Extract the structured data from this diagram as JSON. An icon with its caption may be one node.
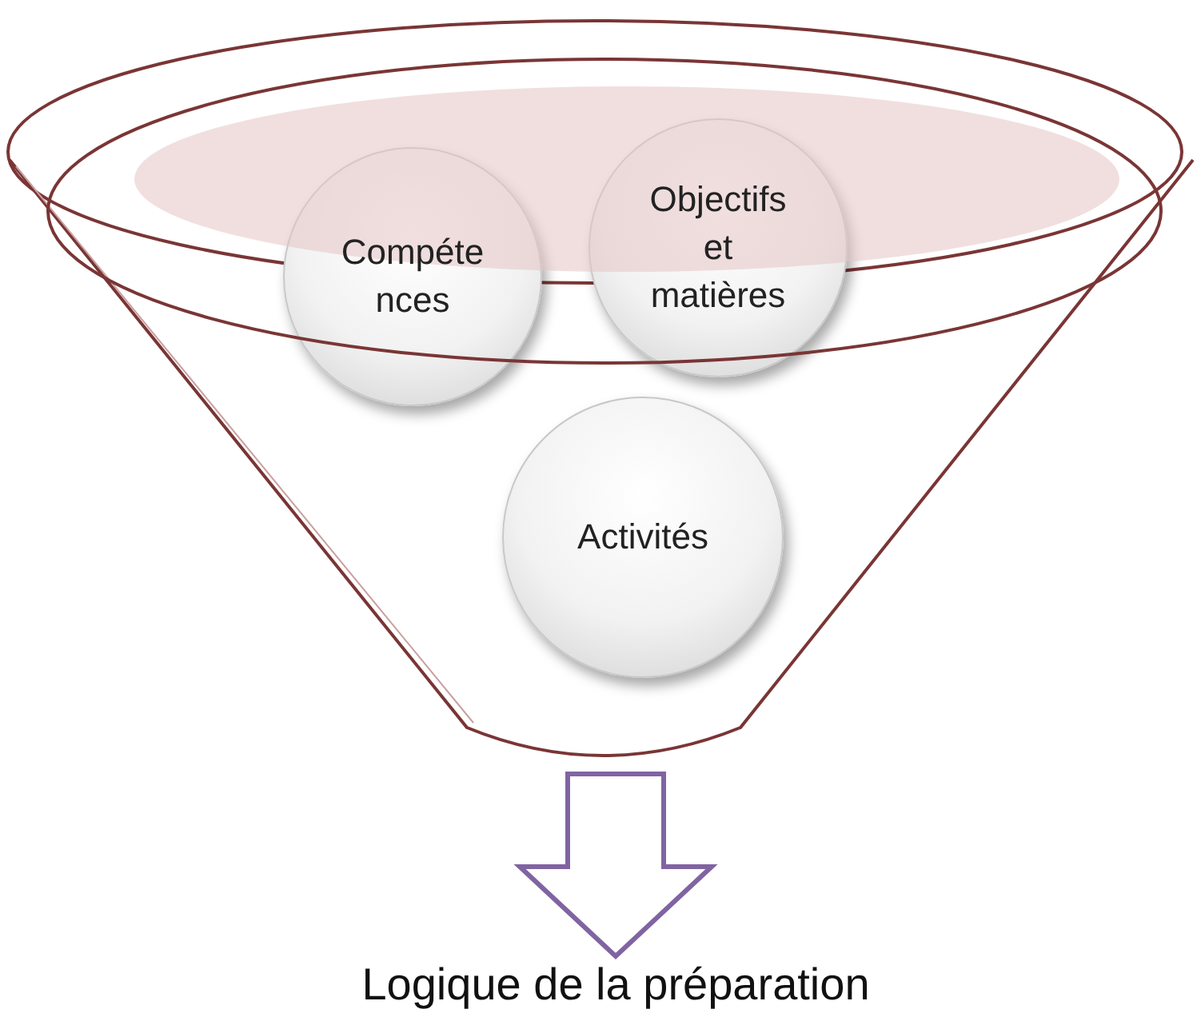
{
  "diagram": {
    "nodes": [
      {
        "text": [],
        "shape": "funnel"
      },
      {
        "text": [
          "Compéte nces"
        ],
        "in": 0
      },
      {
        "text": [
          "Objectifs et matières"
        ],
        "in": 0
      },
      {
        "text": [
          "Activités"
        ],
        "in": 0
      },
      {
        "text": [
          "Logique de la préparation"
        ]
      }
    ],
    "edges": [
      {
        "from": 0,
        "to": 4,
        "arrow": "to",
        "color": "#8064a2"
      }
    ]
  }
}
